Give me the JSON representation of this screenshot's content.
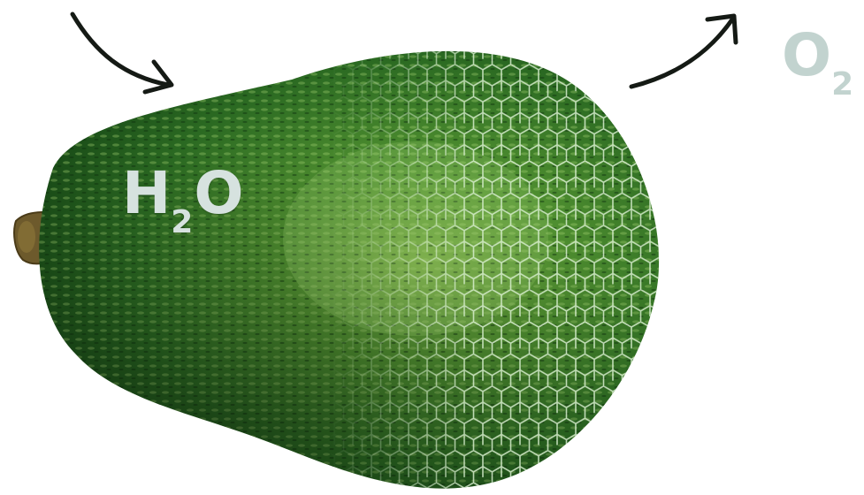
{
  "labels": {
    "in_main": "H",
    "in_sub": "2",
    "in_tail": "O",
    "out_main": "O",
    "out_sub": "2"
  },
  "colors": {
    "background": "#ffffff",
    "avocado_dark": "#123d12",
    "avocado_mid": "#2f6e22",
    "avocado_light": "#7fb648",
    "mesh": "#cfe6c9",
    "stem": "#6d5a2c",
    "arrow": "#151a15",
    "label": "#d6e2df",
    "label_out": "#c2d3cf"
  },
  "icons": [
    "inflow-arrow-icon",
    "outflow-arrow-icon",
    "hexagon-mesh-icon",
    "avocado-icon"
  ]
}
